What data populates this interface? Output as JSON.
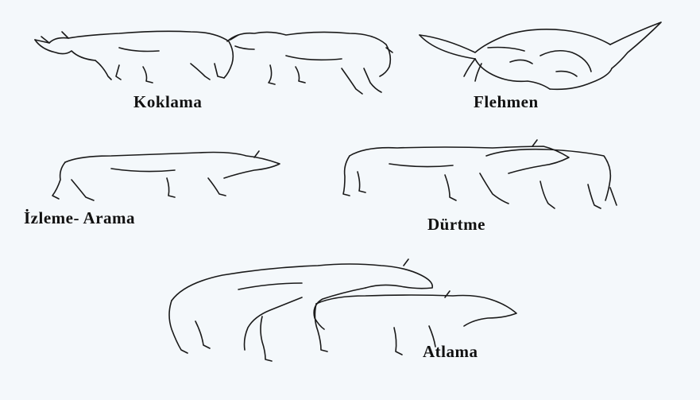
{
  "labels": {
    "koklama": "Koklama",
    "flehmen": "Flehmen",
    "izleme_arama": "İzleme- Arama",
    "durtme": "Dürtme",
    "atlama": "Atlama"
  },
  "colors": {
    "background": "#f4f8fb",
    "line": "#1a1a1a"
  }
}
